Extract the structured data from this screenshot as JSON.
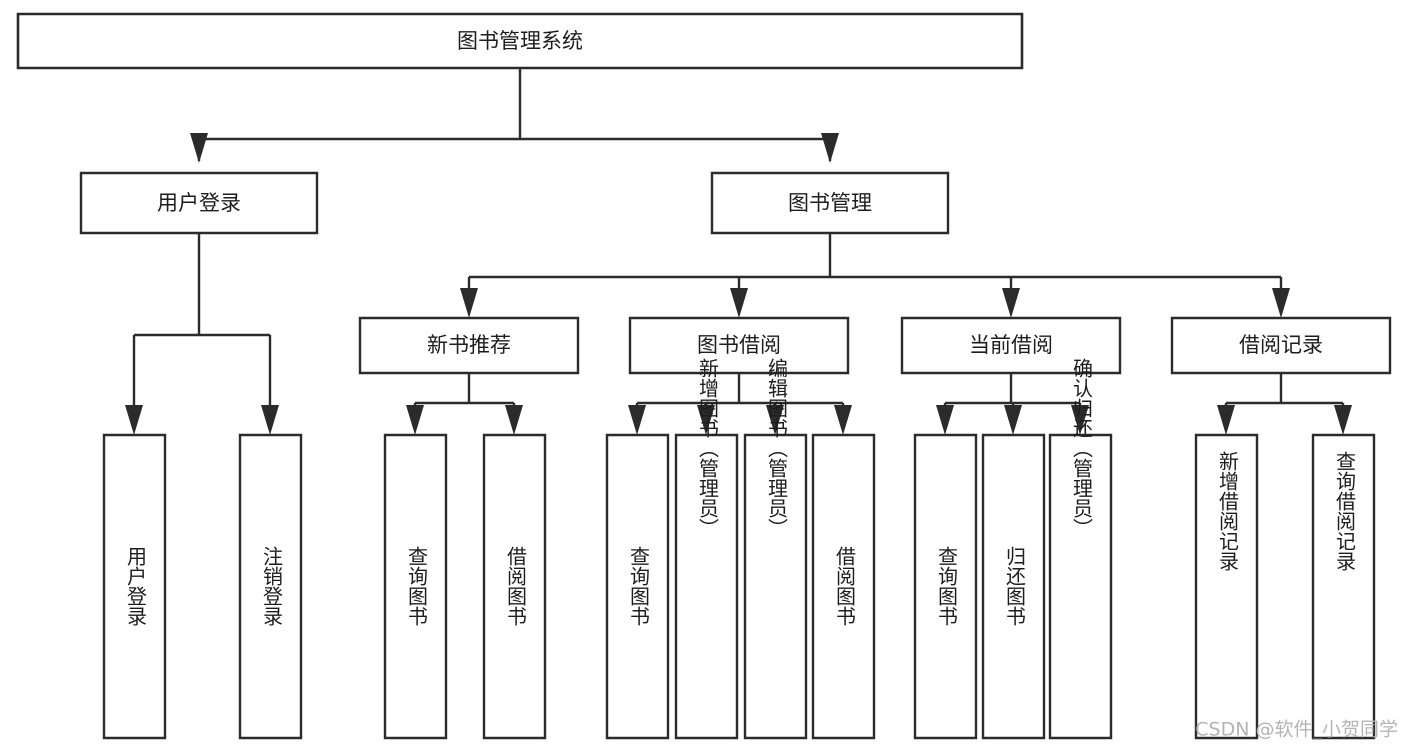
{
  "diagram": {
    "type": "tree-hierarchy-chart",
    "title": "图书管理系统",
    "watermark": "CSDN @软件_小贺同学",
    "colors": {
      "background": "#ffffff",
      "stroke": "#2b2b2b",
      "node_fill": "#ffffff",
      "text": "#1d1d1d",
      "watermark": "#b4b4b4"
    },
    "levels": {
      "root": {
        "label": "图书管理系统"
      },
      "level2": [
        {
          "label": "用户登录"
        },
        {
          "label": "图书管理"
        }
      ],
      "level3": [
        {
          "label": "新书推荐"
        },
        {
          "label": "图书借阅"
        },
        {
          "label": "当前借阅"
        },
        {
          "label": "借阅记录"
        }
      ]
    },
    "nodes": {
      "root": "图书管理系统",
      "user_login": "用户登录",
      "book_manage": "图书管理",
      "new_book_rec": "新书推荐",
      "book_borrow": "图书借阅",
      "current_borrow": "当前借阅",
      "borrow_record": "借阅记录",
      "leaf_user_login": "用户登录",
      "leaf_logout": "注销登录",
      "leaf_query_book_1": "查询图书",
      "leaf_borrow_book_1": "借阅图书",
      "leaf_query_book_2": "查询图书",
      "leaf_add_book_admin": "新增图书（管理员）",
      "leaf_edit_book_admin": "编辑图书（管理员）",
      "leaf_borrow_book_2": "借阅图书",
      "leaf_query_book_3": "查询图书",
      "leaf_return_book": "归还图书",
      "leaf_confirm_return_admin": "确认归还（管理员）",
      "leaf_add_record": "新增借阅记录",
      "leaf_query_record": "查询借阅记录"
    },
    "tree": [
      {
        "label": "图书管理系统",
        "children": [
          {
            "label": "用户登录",
            "children": [
              {
                "label": "用户登录"
              },
              {
                "label": "注销登录"
              }
            ]
          },
          {
            "label": "图书管理",
            "children": [
              {
                "label": "新书推荐",
                "children": [
                  {
                    "label": "查询图书"
                  },
                  {
                    "label": "借阅图书"
                  }
                ]
              },
              {
                "label": "图书借阅",
                "children": [
                  {
                    "label": "查询图书"
                  },
                  {
                    "label": "新增图书（管理员）"
                  },
                  {
                    "label": "编辑图书（管理员）"
                  },
                  {
                    "label": "借阅图书"
                  }
                ]
              },
              {
                "label": "当前借阅",
                "children": [
                  {
                    "label": "查询图书"
                  },
                  {
                    "label": "归还图书"
                  },
                  {
                    "label": "确认归还（管理员）"
                  }
                ]
              },
              {
                "label": "借阅记录",
                "children": [
                  {
                    "label": "新增借阅记录"
                  },
                  {
                    "label": "查询借阅记录"
                  }
                ]
              }
            ]
          }
        ]
      }
    ]
  }
}
